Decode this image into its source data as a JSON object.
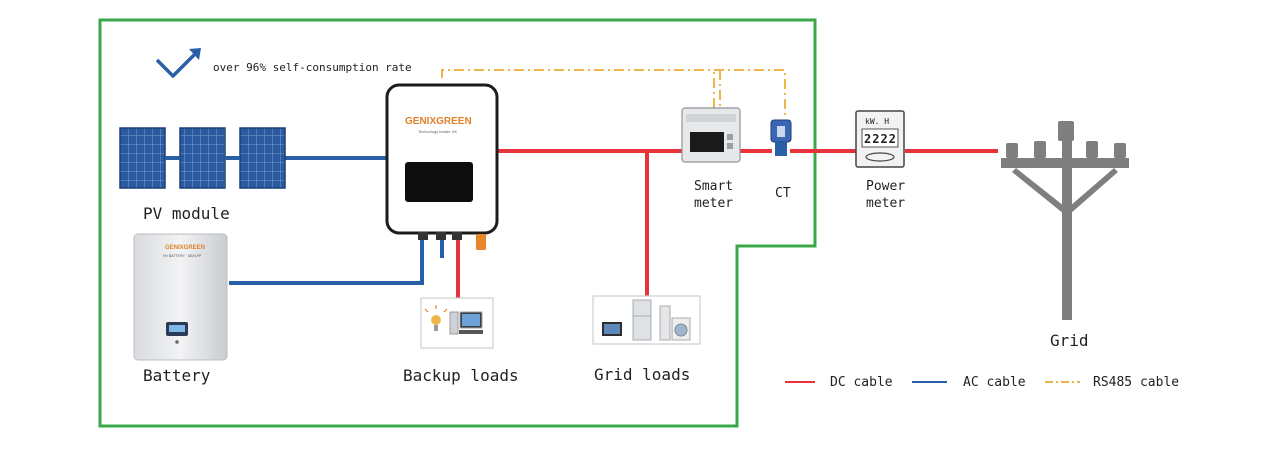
{
  "headline": "over 96% self-consumption rate",
  "inverter_brand": "GENIXGREEN",
  "inverter_tagline": "Technology leader UK",
  "battery_brand": "GENIXGREEN",
  "battery_model": "HV BATTERY · 48V/LFP",
  "power_meter_unit": "kW. H",
  "power_meter_digits": "2222",
  "labels": {
    "pv_module": "PV module",
    "battery": "Battery",
    "backup_loads": "Backup loads",
    "grid_loads": "Grid loads",
    "smart_meter_line1": "Smart",
    "smart_meter_line2": "meter",
    "ct": "CT",
    "power_meter_line1": "Power",
    "power_meter_line2": "meter",
    "grid": "Grid"
  },
  "legend": {
    "dc": "DC cable",
    "ac": "AC cable",
    "rs485": "RS485 cable"
  },
  "colors": {
    "boundary": "#3aa84a",
    "dc_cable": "#e8333a",
    "ac_cable": "#2a5fa8",
    "rs485_cable": "#f0b54a",
    "pole": "#7f7f7f",
    "panel": "#2a5fa8"
  },
  "icons": [
    "trend-up-icon",
    "solar-panel-icon",
    "inverter-icon",
    "battery-icon",
    "lamp-icon",
    "computer-icon",
    "appliances-icon",
    "smart-meter-icon",
    "ct-clamp-icon",
    "power-meter-icon",
    "utility-pole-icon"
  ]
}
